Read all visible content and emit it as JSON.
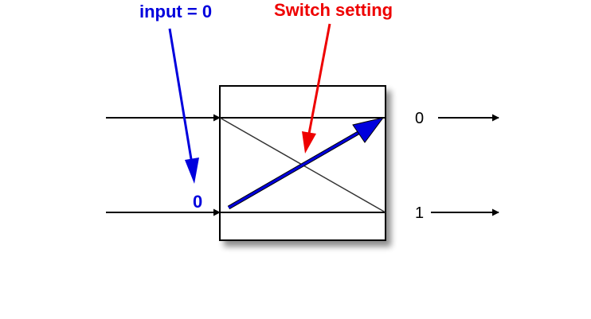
{
  "annotations": {
    "input_label": "input = 0",
    "switch_label": "Switch setting",
    "input_value_label": "0"
  },
  "outputs": {
    "top_label": "0",
    "bottom_label": "1"
  },
  "colors": {
    "input_annotation": "#0000dd",
    "switch_annotation": "#ee0000",
    "lines": "#000000",
    "cross_line": "#333333"
  }
}
